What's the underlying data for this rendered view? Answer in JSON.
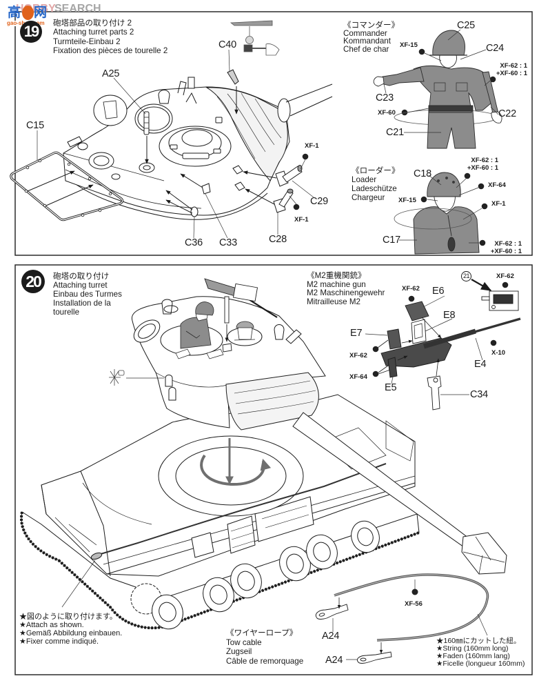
{
  "watermark": {
    "brand_part1": "HOBBY",
    "brand_part2": "SEARCH",
    "logo_left": "高",
    "logo_right": "网",
    "site": "gao-shou.com"
  },
  "colors": {
    "ink": "#1b1b1b",
    "figure_gray": "#8c8c8c",
    "arrow_gray": "#777777",
    "watermark_blue": "#2566c8",
    "watermark_orange": "#e0621b",
    "watermark_pink": "#e3a9a9"
  },
  "step19": {
    "number": "19",
    "title_lines": [
      "砲塔部品の取り付け 2",
      "Attaching turret parts 2",
      "Turmteile-Einbau 2",
      "Fixation des pièces de tourelle 2"
    ],
    "parts": {
      "c40": "C40",
      "a25": "A25",
      "c15": "C15",
      "c36": "C36",
      "c33": "C33",
      "c28": "C28",
      "c29": "C29"
    },
    "paints": {
      "c29": "XF-1",
      "c28": "XF-1"
    },
    "commander": {
      "heading": [
        "《コマンダー》",
        "Commander",
        "Kommandant",
        "Chef de char"
      ],
      "parts": {
        "c25": "C25",
        "c24": "C24",
        "c23": "C23",
        "c22": "C22",
        "c21": "C21"
      },
      "paints": {
        "helmet": "XF-15",
        "uniform": [
          "XF-62 : 1",
          "+XF-60 : 1"
        ],
        "belt": "XF-60"
      }
    },
    "loader": {
      "heading": [
        "《ローダー》",
        "Loader",
        "Ladeschütze",
        "Chargeur"
      ],
      "parts": {
        "c18": "C18",
        "c17": "C17"
      },
      "paints": {
        "helmet": [
          "XF-62 : 1",
          "+XF-60 : 1"
        ],
        "strap": "XF-64",
        "face": "XF-15",
        "headset": "XF-1",
        "uniform": [
          "XF-62 : 1",
          "+XF-60 : 1"
        ]
      }
    }
  },
  "step20": {
    "number": "20",
    "title_lines": [
      "砲塔の取り付け",
      "Attaching turret",
      "Einbau des Turmes",
      "Installation de la",
      "tourelle"
    ],
    "m2": {
      "heading": [
        "《M2重機関銃》",
        "M2 machine gun",
        "M2 Maschinengewehr",
        "Mitrailleuse M2"
      ],
      "parts": {
        "e6": "E6",
        "e8": "E8",
        "e7": "E7",
        "e4": "E4",
        "e5": "E5",
        "c34": "C34"
      },
      "paints": {
        "e6": "XF-62",
        "e7": "XF-62",
        "e5": "XF-64",
        "e4": "X-10"
      }
    },
    "ammo_box": {
      "ref_step": "21",
      "paint": "XF-62"
    },
    "attach_note": [
      "★図のように取り付けます。",
      "★Attach as shown.",
      "★Gemäß Abbildung einbauen.",
      "★Fixer comme indiqué."
    ],
    "tow_cable": {
      "heading": [
        "《ワイヤーロープ》",
        "Tow cable",
        "Zugseil",
        "Câble de remorquage"
      ],
      "parts": {
        "a24_upper": "A24",
        "a24_lower": "A24"
      },
      "paint": "XF-56",
      "note": [
        "★160㎜にカットした紐。",
        "★String (160mm long)",
        "★Faden (160mm lang)",
        "★Ficelle (longueur 160mm)"
      ]
    }
  }
}
